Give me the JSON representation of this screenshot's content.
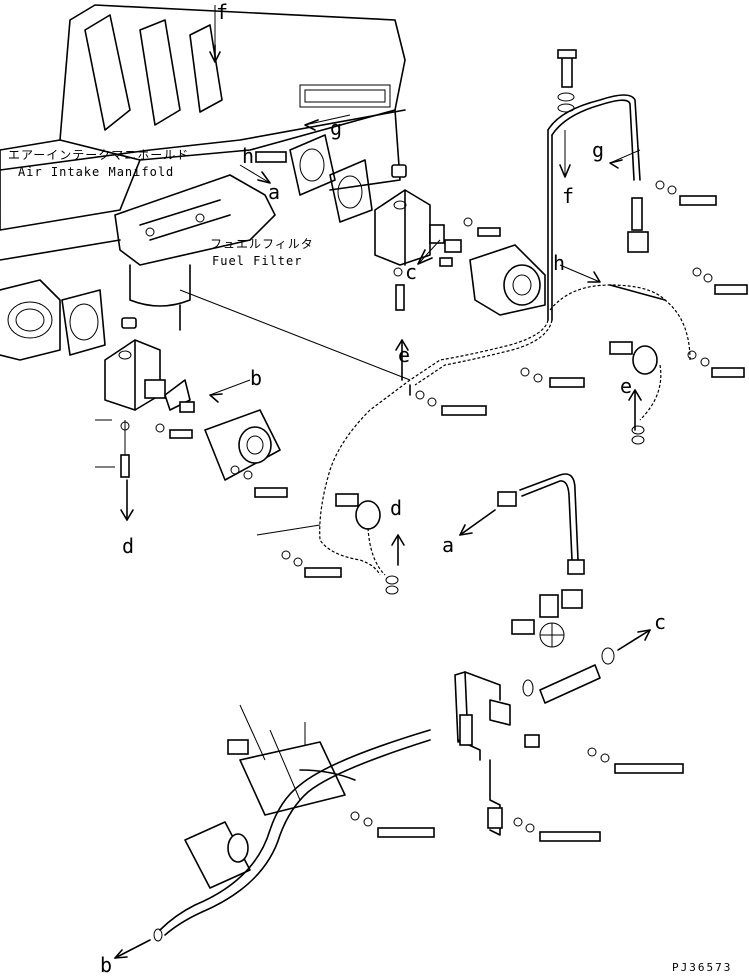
{
  "labels": {
    "air_intake_manifold_jp": "エアーインテークマニホールド",
    "air_intake_manifold_en": "Air Intake Manifold",
    "fuel_filter_jp": "フュエルフィルタ",
    "fuel_filter_en": "Fuel Filter"
  },
  "ref_letters": {
    "f": "f",
    "g": "g",
    "h": "h",
    "a": "a",
    "c": "c",
    "e": "e",
    "b": "b",
    "d": "d"
  },
  "drawing_number": "PJ36573"
}
